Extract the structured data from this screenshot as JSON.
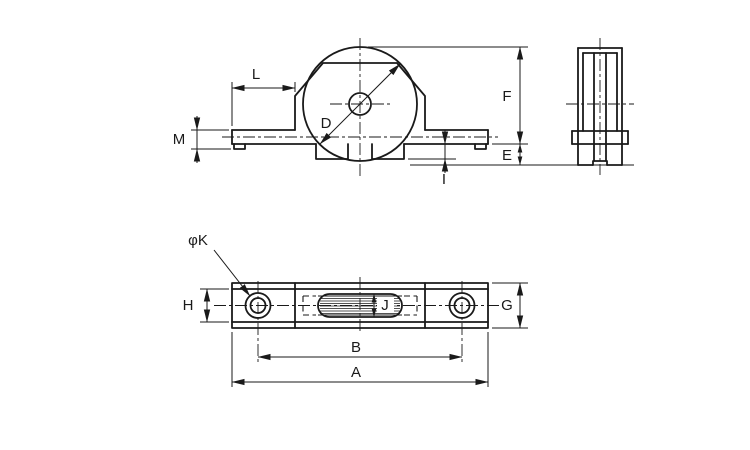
{
  "colors": {
    "line": "#1a1a1a",
    "background": "#ffffff"
  },
  "views": {
    "front": {
      "labels": {
        "L": "L",
        "M": "M",
        "D": "D",
        "F": "F",
        "E": "E",
        "I": "I"
      }
    },
    "plan": {
      "labels": {
        "K": "φK",
        "H": "H",
        "J": "J",
        "B": "B",
        "A": "A",
        "G": "G"
      }
    }
  }
}
